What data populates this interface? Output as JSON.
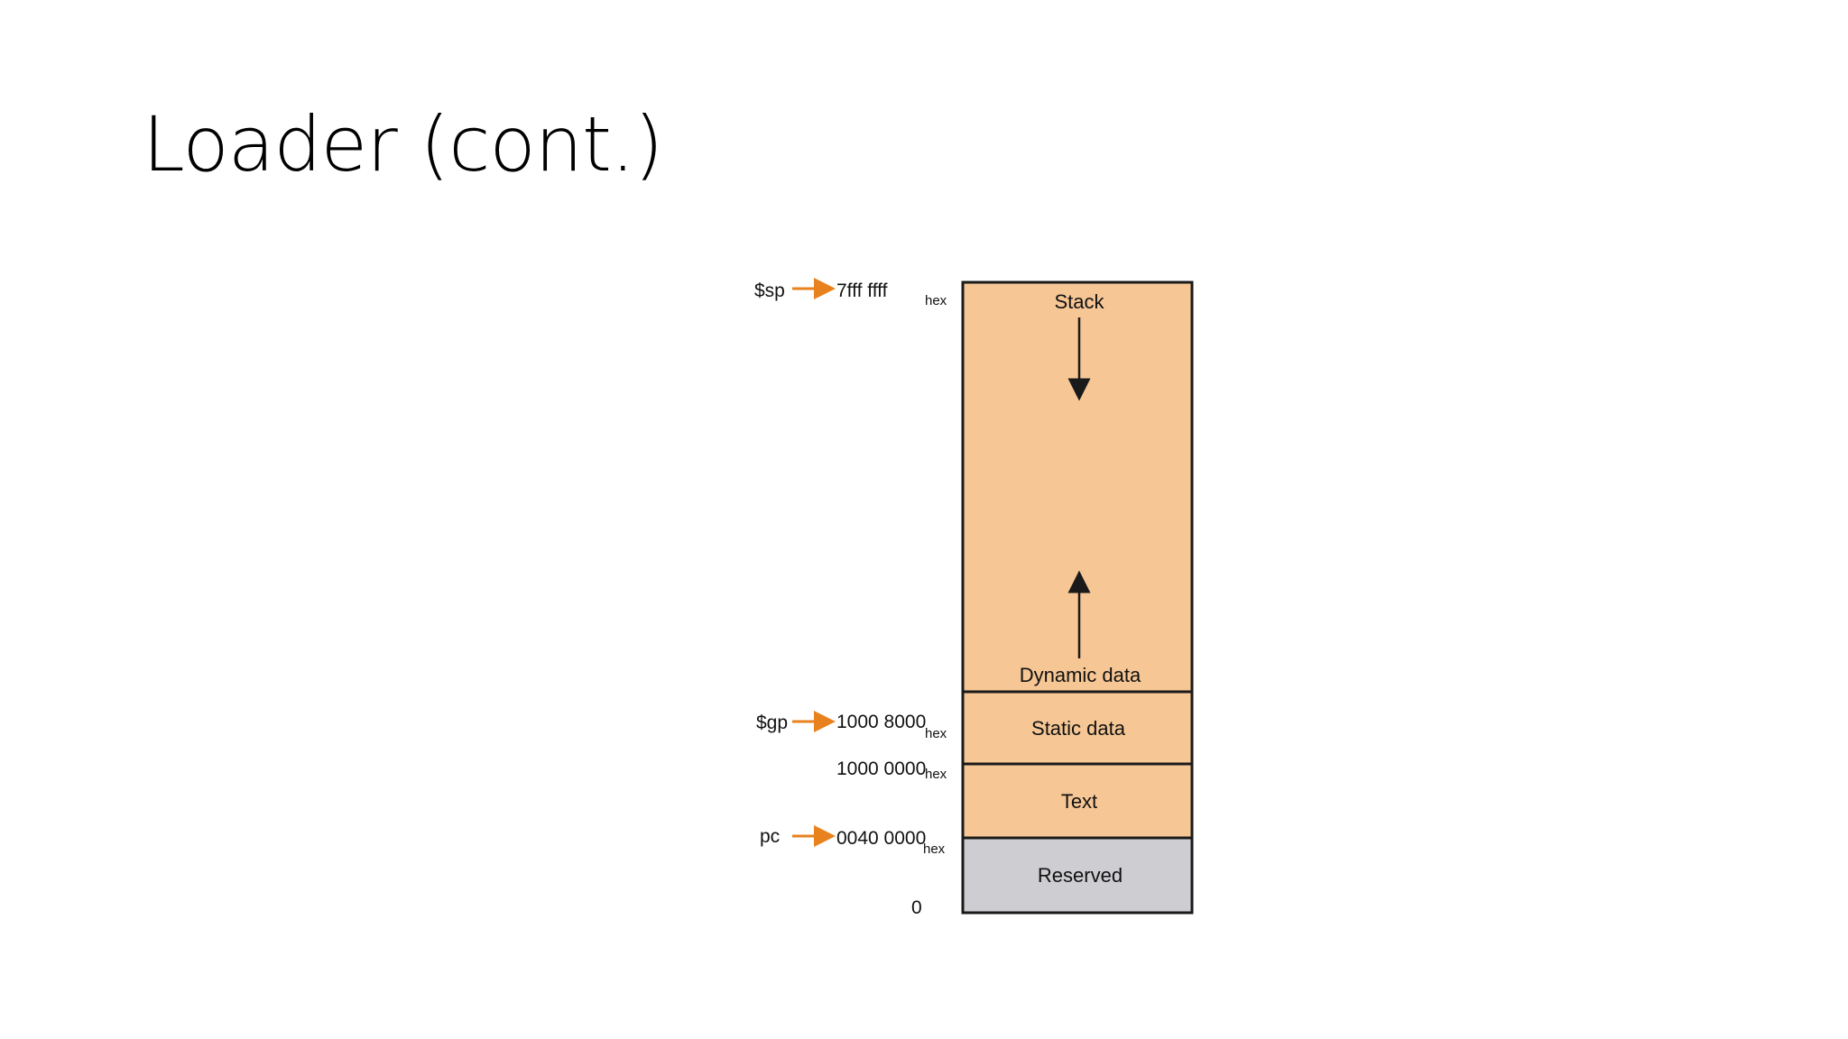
{
  "slide": {
    "title": "Loader (cont.)"
  },
  "colors": {
    "segment_fill": "#f6c695",
    "reserved_fill": "#cdcdd2",
    "border": "#1a1a1a",
    "pointer_arrow": "#e8821e"
  },
  "memory_map": {
    "segments": {
      "stack": "Stack",
      "dynamic_data": "Dynamic data",
      "static_data": "Static data",
      "text": "Text",
      "reserved": "Reserved"
    },
    "addresses": {
      "stack_top": "7fff ffff",
      "gp": "1000 8000",
      "data_start": "1000 0000",
      "text_start": "0040 0000",
      "zero": "0"
    },
    "hex_suffix": "hex",
    "registers": {
      "sp": "$sp",
      "gp": "$gp",
      "pc": "pc"
    }
  }
}
